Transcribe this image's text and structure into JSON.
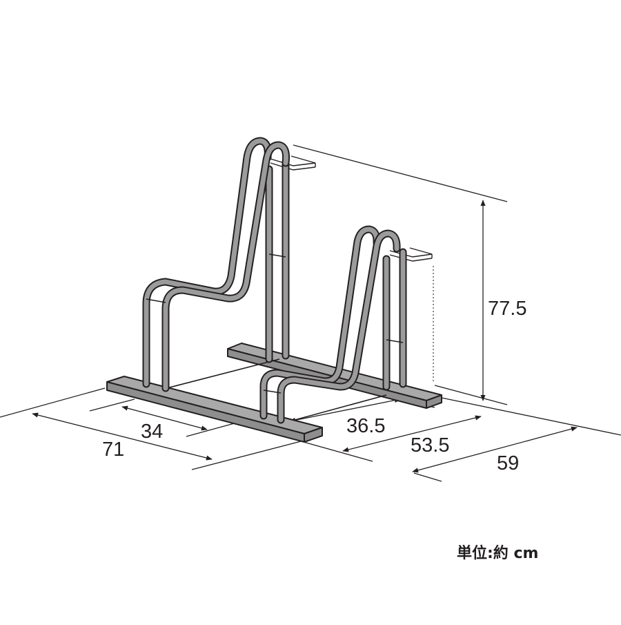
{
  "dimensions": {
    "depth_inner": "34",
    "depth_outer": "71",
    "width_inner": "36.5",
    "width_mid": "53.5",
    "width_outer": "59",
    "height": "77.5"
  },
  "unit_label": "単位:約 cm",
  "colors": {
    "line": "#231f20",
    "tube_fill": "#9b9b9b",
    "rail_top": "#a9a9a9",
    "rail_side": "#8e8e8e"
  }
}
